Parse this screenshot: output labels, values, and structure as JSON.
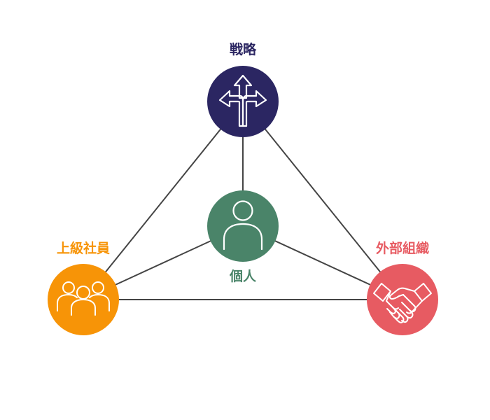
{
  "diagram": {
    "nodes": {
      "strategy": {
        "label": "戦略",
        "color": "#2b2662",
        "icon": "split-arrows-icon"
      },
      "personal": {
        "label": "個人",
        "color": "#4a8469",
        "icon": "person-icon"
      },
      "senior": {
        "label": "上級社員",
        "color": "#f79407",
        "icon": "group-icon"
      },
      "external": {
        "label": "外部組織",
        "color": "#e75b62",
        "icon": "handshake-icon"
      }
    },
    "edges": [
      [
        "strategy",
        "senior"
      ],
      [
        "strategy",
        "external"
      ],
      [
        "strategy",
        "personal"
      ],
      [
        "senior",
        "external"
      ],
      [
        "senior",
        "personal"
      ],
      [
        "external",
        "personal"
      ]
    ],
    "line_color": "#444444"
  }
}
